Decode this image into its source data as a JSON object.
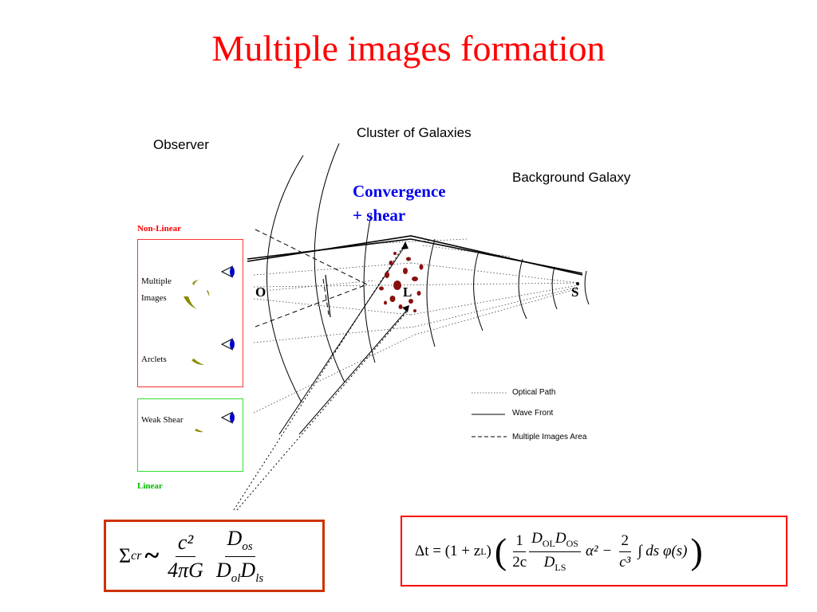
{
  "title": "Multiple images formation",
  "labels": {
    "observer": "Observer",
    "cluster": "Cluster of Galaxies",
    "background": "Background Galaxy",
    "convergence": "Convergence",
    "shear": "+ shear",
    "o": "O",
    "l": "L",
    "s": "S"
  },
  "regimes": {
    "nonlinear": "Non-Linear",
    "multiple": "Multiple",
    "images": "Images",
    "arclets": "Arclets",
    "weak_shear": "Weak Shear",
    "linear": "Linear"
  },
  "legend": {
    "optical": "Optical Path",
    "wave": "Wave Front",
    "area": "Multiple Images Area"
  },
  "formula1": {
    "sigma": "Σ",
    "sub": "cr",
    "approx": "~",
    "num1": "c²",
    "den1": "4πG",
    "num2a": "D",
    "num2b": "os",
    "den2a": "D",
    "den2b": "ol",
    "den2c": "D",
    "den2d": "ls"
  },
  "formula2": {
    "lhs": "Δt = (1 + z",
    "lsub": "L",
    "rhs": ")",
    "f1num": "1",
    "f1den": "2c",
    "f2numa": "D",
    "f2numb": "OL",
    "f2numc": "D",
    "f2numd": "OS",
    "f2dena": "D",
    "f2denb": "LS",
    "alpha": "α² −",
    "f3num": "2",
    "f3den": "c³",
    "integral": "∫ ds φ(s)"
  },
  "colors": {
    "title": "#ff0000",
    "convergence": "#0000ee",
    "nonlinear_box": "#ff3333",
    "linear_box": "#33dd33",
    "formula1_border": "#cc3300",
    "formula2_border": "#ff0000",
    "lens_blobs": "#8b1010",
    "arc_images": "#8a8a00",
    "eye_iris": "#0000cc"
  }
}
